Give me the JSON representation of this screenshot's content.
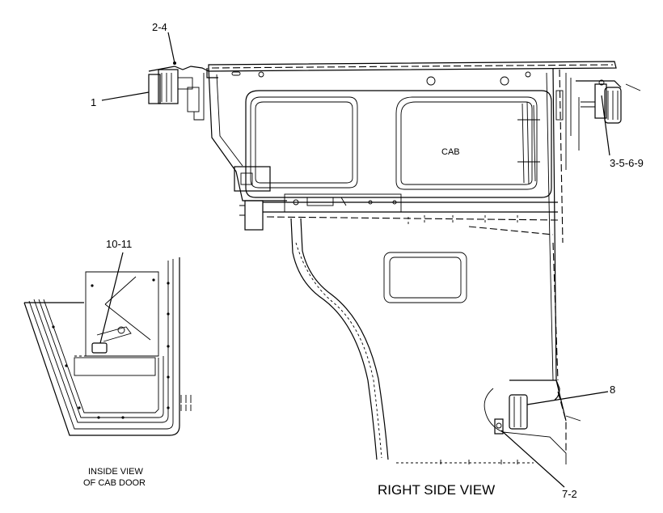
{
  "callouts": {
    "c1": "1",
    "c2_4": "2-4",
    "c3_5_6_9": "3-5-6-9",
    "c10_11": "10-11",
    "c8": "8",
    "c7_2": "7-2"
  },
  "labels": {
    "cab": "CAB",
    "inside_view_line1": "INSIDE VIEW",
    "inside_view_line2": "OF CAB DOOR",
    "right_side_view": "RIGHT SIDE VIEW"
  }
}
